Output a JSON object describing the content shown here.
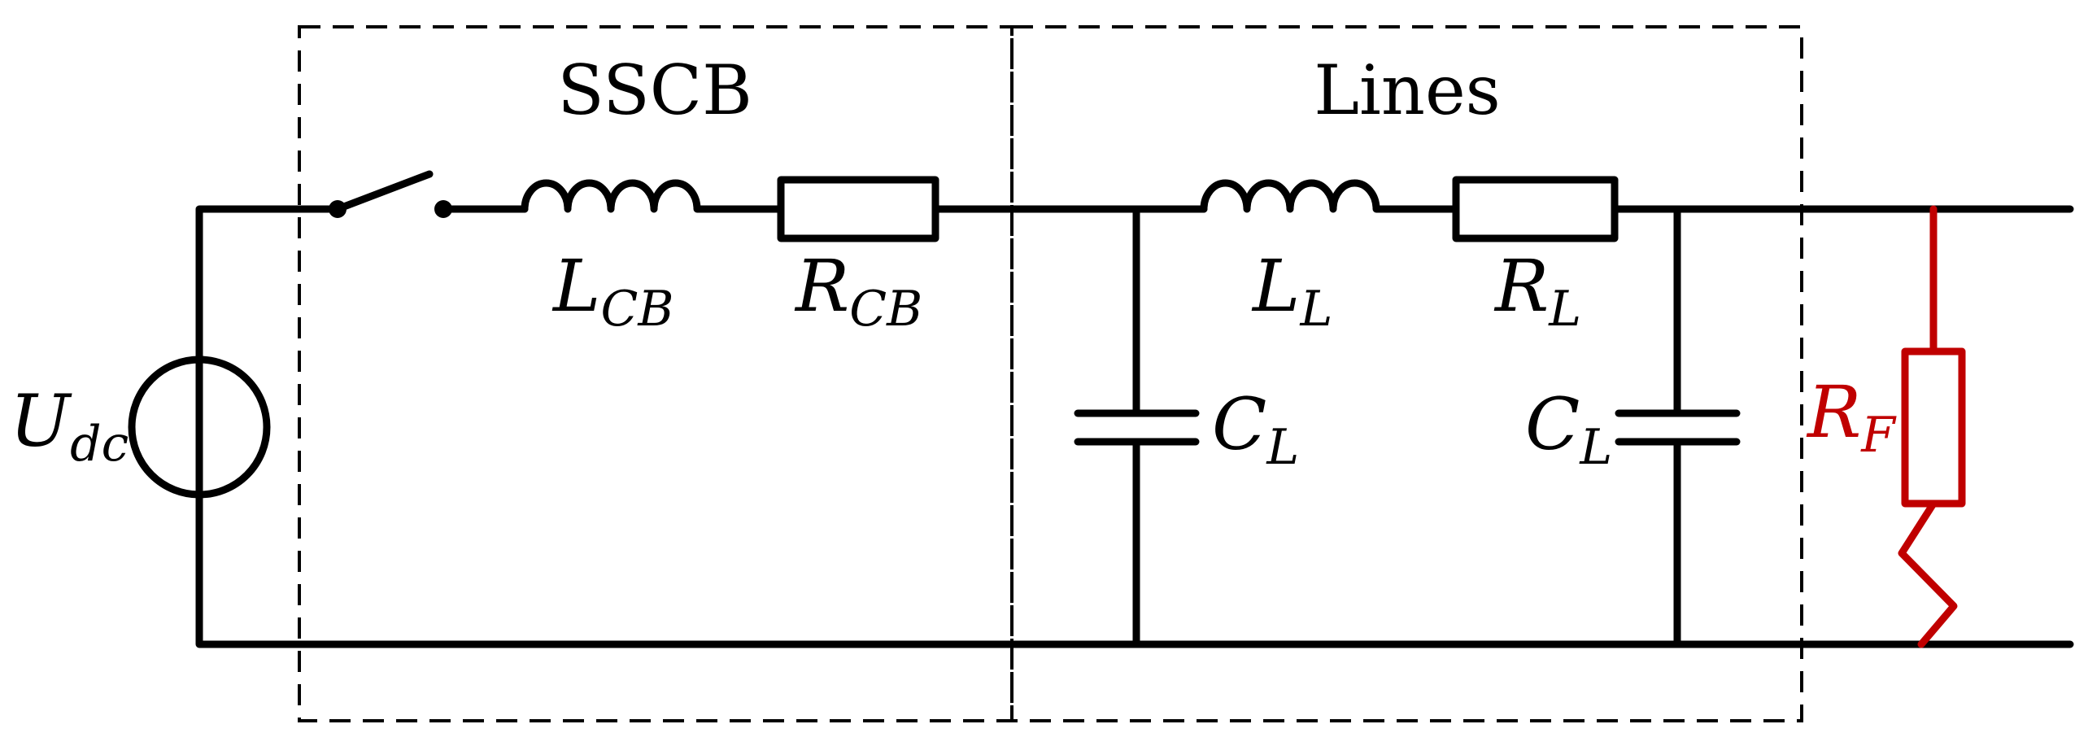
{
  "blocks": {
    "sscb": "SSCB",
    "lines": "Lines"
  },
  "components": {
    "source": {
      "main": "U",
      "sub": "dc"
    },
    "breaker_inductor": {
      "main": "L",
      "sub": "CB"
    },
    "breaker_resistor": {
      "main": "R",
      "sub": "CB"
    },
    "line_inductor": {
      "main": "L",
      "sub": "L"
    },
    "line_resistor": {
      "main": "R",
      "sub": "L"
    },
    "line_capacitor_left": {
      "main": "C",
      "sub": "L"
    },
    "line_capacitor_right": {
      "main": "C",
      "sub": "L"
    },
    "fault_resistor": {
      "main": "R",
      "sub": "F"
    }
  },
  "colors": {
    "wire": "#000000",
    "fault": "#c00000"
  }
}
